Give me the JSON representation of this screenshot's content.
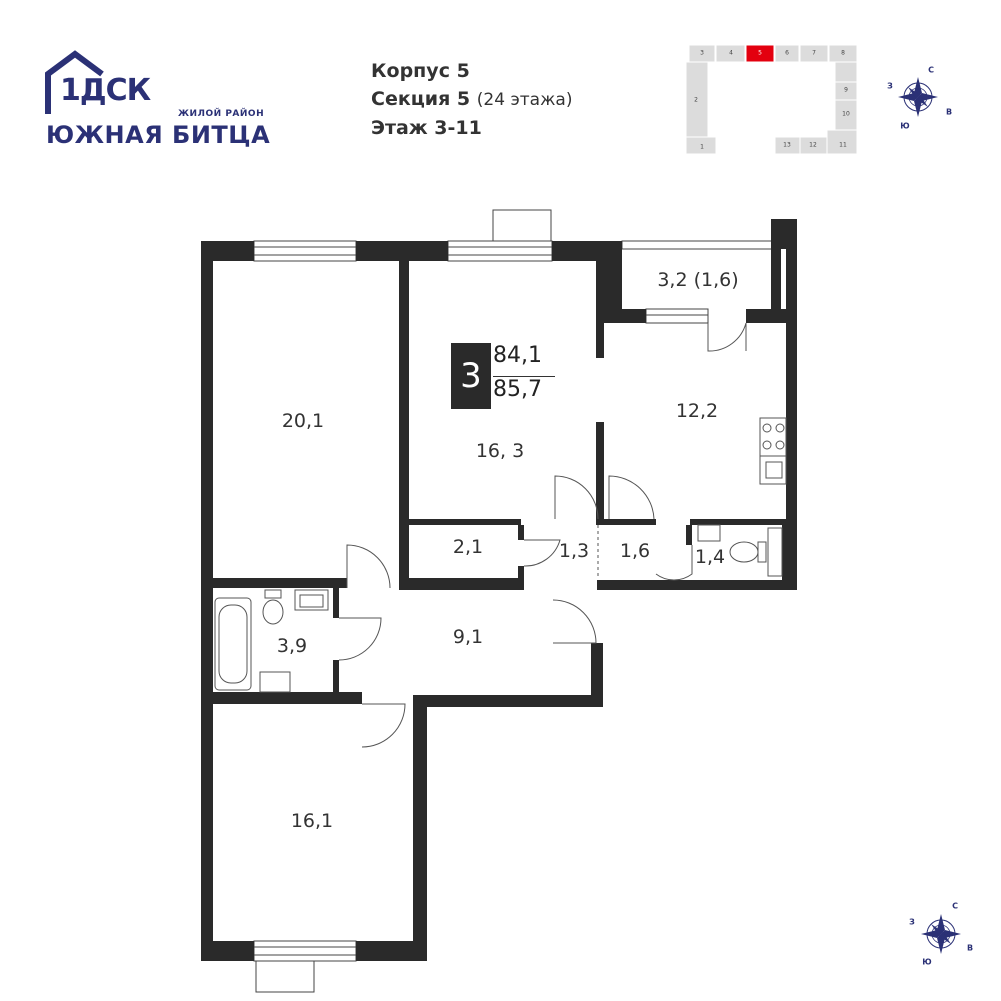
{
  "logo": {
    "mark": "1ДСК",
    "subtitle": "ЖИЛОЙ РАЙОН",
    "title": "ЮЖНАЯ БИТЦА",
    "colors": {
      "brand": "#2b3176"
    }
  },
  "header": {
    "building": "Корпус 5",
    "section": "Секция 5",
    "section_floors": "(24 этажа)",
    "floor": "Этаж 3-11"
  },
  "apartment": {
    "rooms": "3",
    "area_living": "84,1",
    "area_total": "85,7"
  },
  "rooms": {
    "room_left_top": "20,1",
    "room_center": "16, 3",
    "balcony": "3,2 (1,6)",
    "kitchen": "12,2",
    "storage": "2,1",
    "hall_small": "1,3",
    "corridor": "1,6",
    "wc": "1,4",
    "bathroom": "3,9",
    "hall": "9,1",
    "room_left_bottom": "16,1"
  },
  "key_plan": {
    "sections": [
      "1",
      "2",
      "3",
      "4",
      "5",
      "6",
      "7",
      "8",
      "9",
      "10",
      "11",
      "12",
      "13"
    ],
    "current": "5",
    "colors": {
      "current": "#e3000f",
      "section": "#dcdcdc"
    }
  },
  "compass": {
    "north": "С",
    "south": "Ю",
    "west": "З",
    "east": "В",
    "icon": "compass-rose-icon"
  },
  "colors": {
    "wall": "#2a2a2a",
    "fixture": "#555555"
  }
}
